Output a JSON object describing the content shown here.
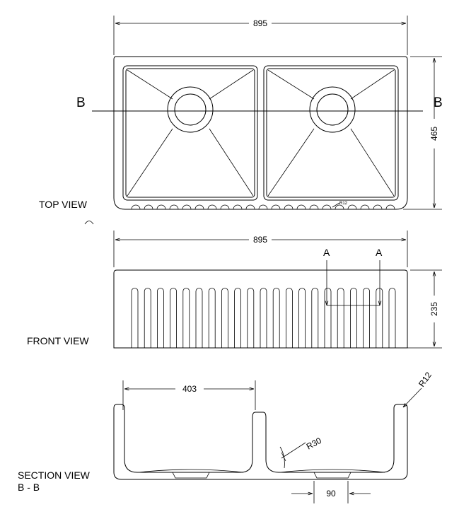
{
  "views": {
    "top": "TOP VIEW",
    "front": "FRONT VIEW",
    "section_line1": "SECTION VIEW",
    "section_line2": "B - B"
  },
  "section_markers": {
    "b": "B",
    "a": "A"
  },
  "dimensions": {
    "top_width": "895",
    "top_depth": "465",
    "front_width": "895",
    "front_height": "235",
    "bowl_width": "403",
    "drain_width": "90",
    "radius_outer": "R12",
    "radius_inner": "R30",
    "radius_small": "R12"
  }
}
